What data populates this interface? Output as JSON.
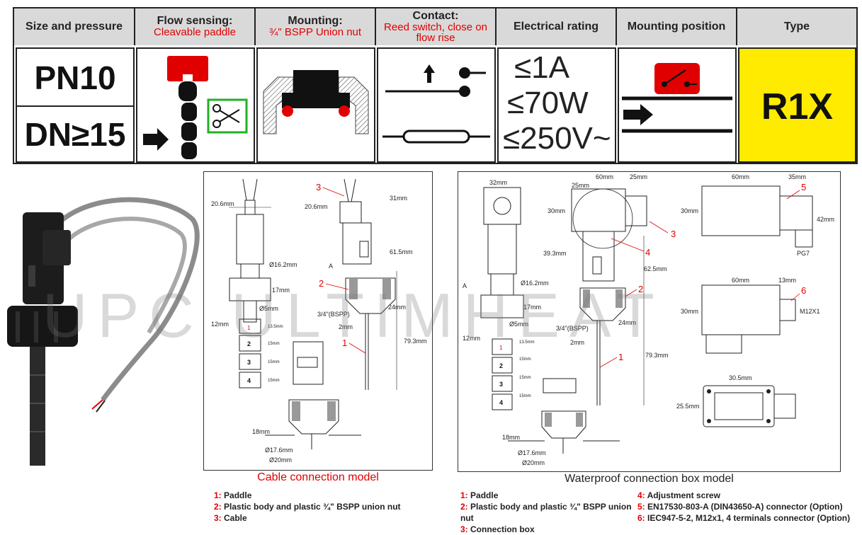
{
  "table": {
    "headers": [
      {
        "title": "Size and pressure",
        "sub": ""
      },
      {
        "title": "Flow sensing:",
        "sub": "Cleavable paddle"
      },
      {
        "title": "Mounting:",
        "sub": "¾\" BSPP Union nut"
      },
      {
        "title": "Contact:",
        "sub": "Reed switch, close on flow rise"
      },
      {
        "title": "Electrical rating",
        "sub": ""
      },
      {
        "title": "Mounting position",
        "sub": ""
      },
      {
        "title": "Type",
        "sub": ""
      }
    ],
    "pressure": "PN10",
    "size": "DN≥15",
    "elec_current": "≤1A",
    "elec_power": "≤70W",
    "elec_voltage": "≤250V~",
    "type_code": "R1X",
    "type_bg": "#ffeb00",
    "header_bg": "#d9d9d9",
    "accent_red": "#e00000"
  },
  "cable_model": {
    "title": "Cable connection model",
    "dims": {
      "a": "20.6mm",
      "b": "Ø16.2mm",
      "c": "17mm",
      "d": "Ø5mm",
      "e": "12mm",
      "f": "13.5mm",
      "g": "15mm",
      "h": "31mm",
      "i": "20.6mm",
      "j": "61.5mm",
      "k": "A",
      "l": "24mm",
      "m": "3/4\"(BSPP)",
      "n": "2mm",
      "o": "79.3mm",
      "p": "18mm",
      "q": "Ø17.6mm",
      "r": "Ø20mm"
    },
    "seg_labels": [
      "1",
      "2",
      "3",
      "4"
    ],
    "callouts": [
      "3",
      "2",
      "1"
    ],
    "legend": [
      {
        "num": "1:",
        "text": "Paddle"
      },
      {
        "num": "2:",
        "text": "Plastic body and plastic ¾\" BSPP union nut"
      },
      {
        "num": "3:",
        "text": "Cable"
      }
    ]
  },
  "box_model": {
    "title": "Waterproof connection box model",
    "dims": {
      "a": "32mm",
      "b": "60mm",
      "c": "25mm",
      "d": "25mm",
      "e": "30mm",
      "f": "39.3mm",
      "g": "62.5mm",
      "h": "A",
      "i": "Ø16.2mm",
      "j": "17mm",
      "k": "Ø5mm",
      "l": "12mm",
      "m": "3/4\"(BSPP)",
      "n": "24mm",
      "o": "2mm",
      "p": "79.3mm",
      "q": "18mm",
      "r": "Ø17.6mm",
      "s": "Ø20mm",
      "t": "60mm",
      "u": "35mm",
      "v": "30mm",
      "w": "42mm",
      "x": "PG7",
      "y": "60mm",
      "z": "13mm",
      "aa": "30mm",
      "ab": "M12X1",
      "ac": "30.5mm",
      "ad": "25.5mm",
      "ae": "13.5mm",
      "af": "15mm"
    },
    "seg_labels": [
      "1",
      "2",
      "3",
      "4"
    ],
    "callouts": [
      "3",
      "4",
      "2",
      "1",
      "5",
      "6"
    ],
    "legend_left": [
      {
        "num": "1:",
        "text": "Paddle"
      },
      {
        "num": "2:",
        "text": "Plastic body and plastic ¾\" BSPP union nut"
      },
      {
        "num": "3:",
        "text": "Connection box"
      }
    ],
    "legend_right": [
      {
        "num": "4:",
        "text": "Adjustment screw"
      },
      {
        "num": "5:",
        "text": "EN17530-803-A  (DIN43650-A)  connector (Option)"
      },
      {
        "num": "6:",
        "text": "IEC947-5-2,  M12x1, 4 terminals connector (Option)"
      }
    ]
  },
  "watermark": "UPC ULTIMHEAT"
}
